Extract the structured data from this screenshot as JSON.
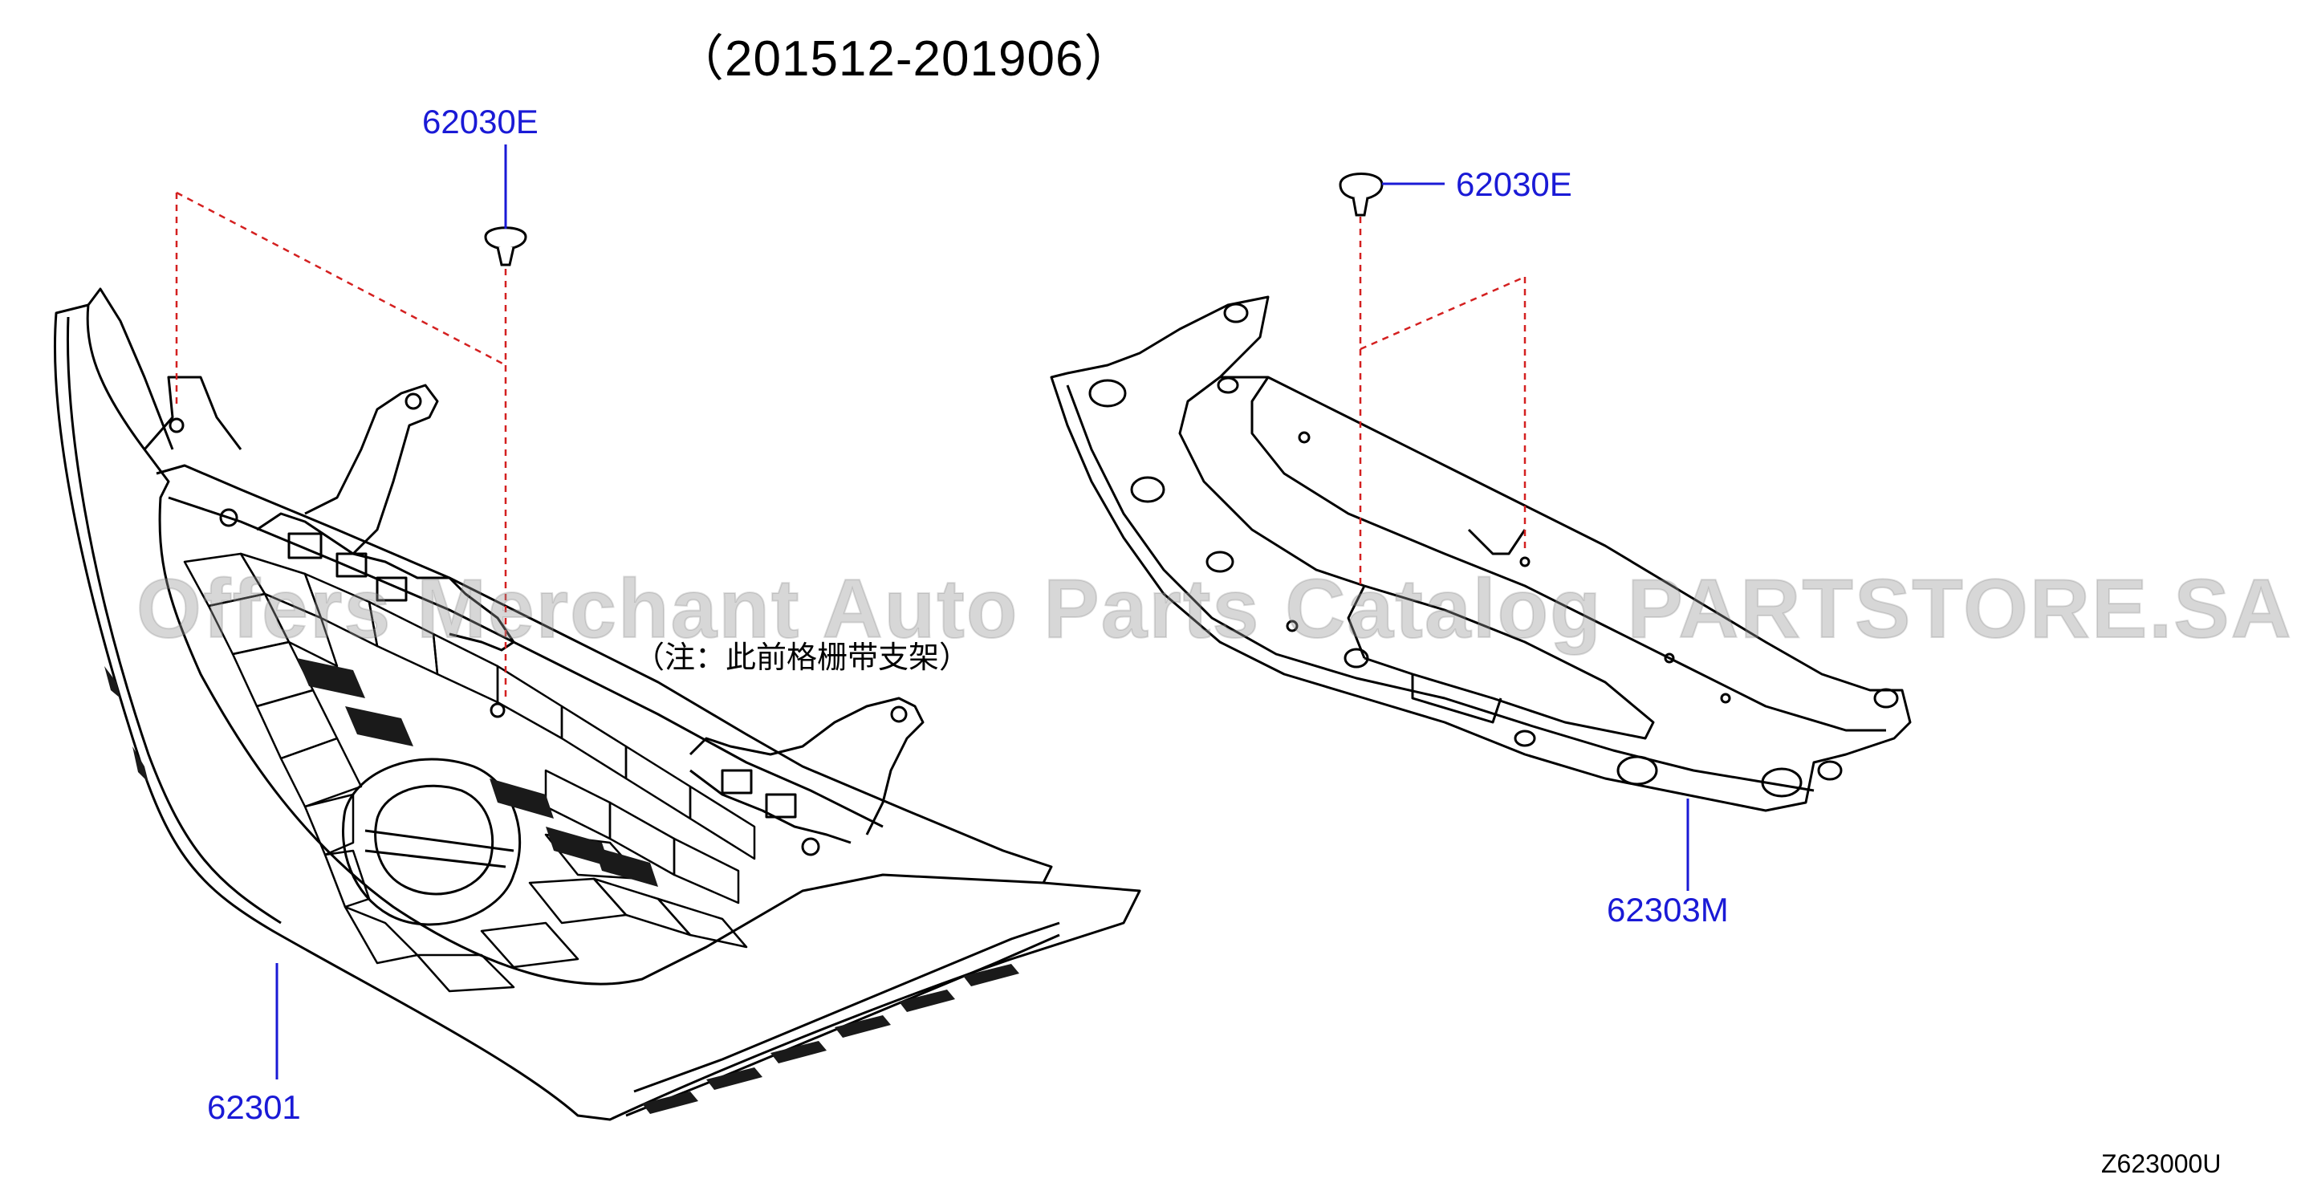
{
  "header": {
    "title": "（201512-201906）"
  },
  "note": {
    "text": "（注：此前格栅带支架）"
  },
  "callouts": {
    "clip_left": "62030E",
    "clip_right": "62030E",
    "grille": "62301",
    "support": "62303M"
  },
  "diagram_code": "Z623000U",
  "watermark": "Offers Merchant Auto Parts Catalog PARTSTORE.SA",
  "colors": {
    "callout": "#1a1ad6",
    "leader": "#1a1ad6",
    "dashed": "#d42020",
    "outline": "#000000"
  }
}
